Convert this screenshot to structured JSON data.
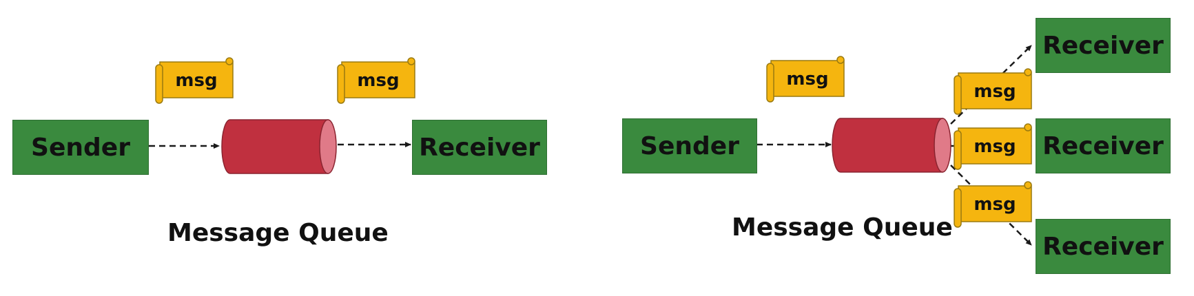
{
  "diagrams": [
    {
      "name": "point-to-point",
      "sender_label": "Sender",
      "receiver_labels": [
        "Receiver"
      ],
      "message_labels": [
        "msg",
        "msg"
      ],
      "caption": "Message Queue"
    },
    {
      "name": "publish-subscribe",
      "sender_label": "Sender",
      "receiver_labels": [
        "Receiver",
        "Receiver",
        "Receiver"
      ],
      "message_labels": [
        "msg",
        "msg",
        "msg",
        "msg"
      ],
      "caption": "Message Queue"
    }
  ],
  "colors": {
    "box_fill": "#3a8a3e",
    "queue_fill": "#c0303f",
    "queue_end": "#e07a88",
    "scroll_fill": "#f5b50f",
    "arrow": "#1a1a1a"
  }
}
